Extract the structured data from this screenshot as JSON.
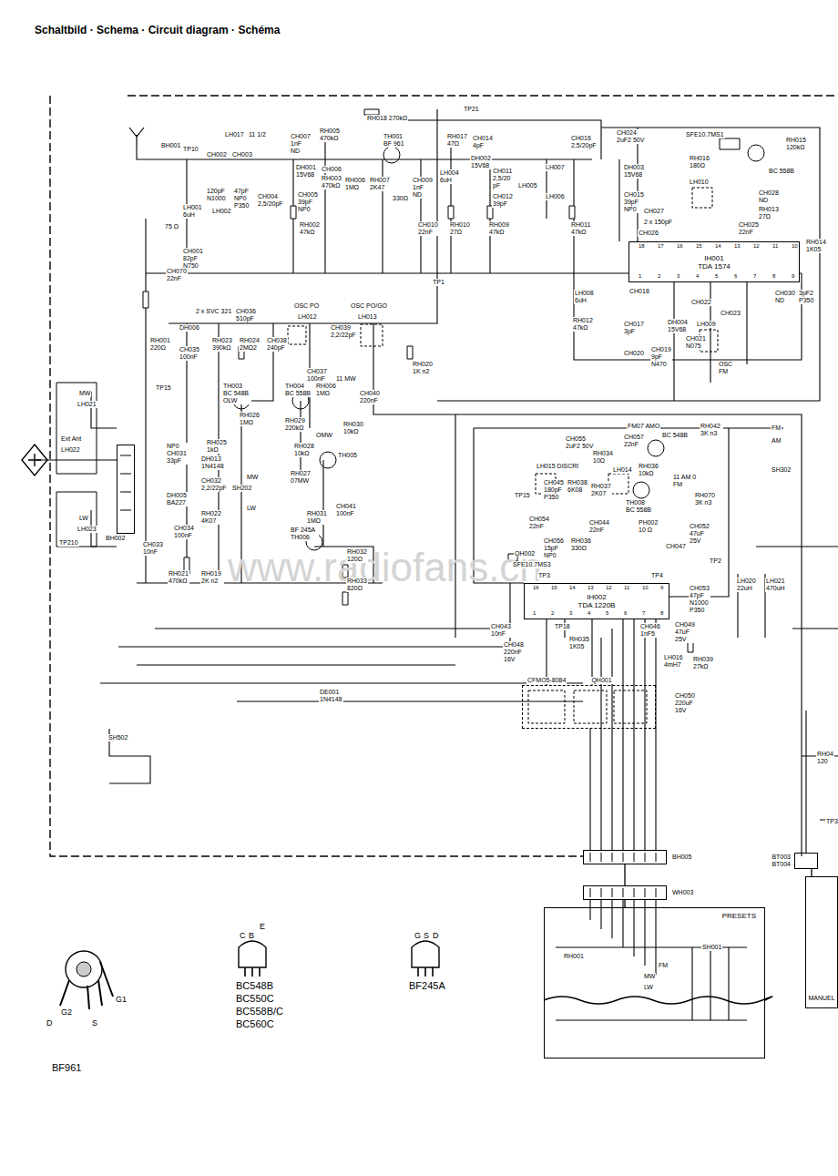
{
  "diagram": {
    "title": "Schaltbild · Schema · Circuit diagram · Schéma",
    "nodes": [
      {
        "text": [
          "IH001",
          "TDA 1574"
        ]
      },
      {
        "text": [
          "IH002",
          "TDA 1220B"
        ]
      },
      {
        "text": [
          "CFMO5-8084",
          "QH001"
        ]
      },
      {
        "text": [
          "BH002"
        ]
      },
      {
        "text": [
          "BH005"
        ]
      },
      {
        "text": [
          "WH003"
        ]
      },
      {
        "text": [
          "PRESETS"
        ]
      },
      {
        "text": [
          "BT003",
          "BT004"
        ]
      },
      {
        "text": [
          "MANUEL"
        ]
      }
    ],
    "edges": [
      {
        "from": 4,
        "to": 5,
        "arrow": "none"
      },
      {
        "from": 5,
        "to": 6,
        "arrow": "none"
      },
      {
        "from": 7,
        "to": 8,
        "arrow": "none"
      }
    ],
    "labels": [
      "BH001",
      "TP10",
      "75 Ω",
      "CH002",
      "LH017",
      "11 1/2",
      "CH003",
      "120pF N1000",
      "47pF NP0 P350",
      "LH001 6uH",
      "LH002",
      "CH001 82pF N750",
      "CH004 2,5/20pF",
      "CH007 1nF ND",
      "RH005 470kΩ",
      "RH018 270kΩ",
      "TH001 BF 961",
      "DH001 15V68",
      "CH006",
      "RH003 470kΩ",
      "CH005 39pF NP0",
      "RH006 1MΩ",
      "RH007 2K47",
      "330Ω",
      "CH009 1nF ND",
      "LH004 6uH",
      "RH017 47Ω",
      "CH014 4pF",
      "TP21",
      "DH002 15V68",
      "CH011 2,5/20 pF",
      "CH012 39pF",
      "LH005",
      "LH007",
      "LH006",
      "CH016 2,5/20pF",
      "RH002 47kΩ",
      "CH010 22nF",
      "RH010 27Ω",
      "RH009 47kΩ",
      "RH011 47kΩ",
      "CH024 2uF2 50V",
      "DH003 15V68",
      "CH015 39pF NP0",
      "SFE10.7MS1",
      "RH016 180Ω",
      "LH010",
      "BC 558B",
      "RH015 120kΩ",
      "CH028 ND",
      "RH013 27Ω",
      "CH025 22nF",
      "CH027",
      "2 x 150pF",
      "CH026",
      "RH014 1K05",
      "TP1",
      "LH008 6uH",
      "RH012 47kΩ",
      "CH018",
      "CH022",
      "CH023",
      "CH030 ND",
      "3pF2 P350",
      "CH017 3pF",
      "DH004 15V68",
      "LH009",
      "CH021 N075",
      "CH020",
      "CH019 9pF N470",
      "OSC FM",
      "CH070 22nF",
      "RH001 220Ω",
      "TP15",
      "2 x SVC 321",
      "CH036 510pF",
      "DH006",
      "CH035 100nF",
      "RH023 390kΩ",
      "RH024 2MΩ2",
      "CH038 240pF",
      "OSC PO",
      "LH012",
      "OSC PO/GO",
      "LH013",
      "CH039 2,2/22pF",
      "CH037 100nF",
      "11 MW",
      "RH020 1K n2",
      "TH003 BC 548B OLW",
      "TH004 BC 558B",
      "RH006 1MΩ",
      "CH040 220nF",
      "RH026 1MΩ",
      "RH029 220kΩ",
      "RH030 10kΩ",
      "OMW",
      "RH025 1kΩ",
      "DH013 1N4148",
      "RH028 10kΩ",
      "TH005",
      "RH027 07MW",
      "MW",
      "SH202",
      "NP0 CH031 33pF",
      "CH032 2,2/22pF",
      "DH005 BA227",
      "RH022 4K07",
      "LW",
      "CH033 10nF",
      "CH034 100nF",
      "RH021 470kΩ",
      "RH019 2K n2",
      "RH031 1MΩ",
      "CH041 100nF",
      "BF 245A TH006",
      "RH032 120Ω",
      "RH033 820Ω",
      "MW",
      "LH021",
      "Ext Ant",
      "LH022",
      "LW",
      "LH023",
      "TP210",
      "FM07 AMO",
      "CH055 2uF2 50V",
      "CH057 22nF",
      "BC 548B",
      "RH042 3K n3",
      "FM",
      "AM",
      "SH302",
      "RH034 10Ω",
      "LH015 DISCRI",
      "LH014",
      "RH036 10kΩ",
      "11 AM 0 FM",
      "RH070 3K n3",
      "TH008 BC 558B",
      "TP15",
      "CH045 180pF P350",
      "RH038 6K08",
      "RH037 2K07",
      "CH054 22nF",
      "CH044 22nF",
      "RH036 330Ω",
      "CH056 15pF NP0",
      "QH002",
      "SFE10.7MS3",
      "TP3",
      "TP4",
      "PH002 10 Ω",
      "CH047",
      "CH052 47uF 25V",
      "TP2",
      "CH053 47pF N1000 P350",
      "CH049 47uF 25V",
      "CH046 1nF5",
      "LH016 4mH7",
      "RH039 27kΩ",
      "CH050 220uF 16V",
      "CH043 10nF",
      "TP18",
      "CH048 220nF 16V",
      "RH035 1K05",
      "DE001 1N4148",
      "SH502",
      "LH020 22uH",
      "LH021 470uH",
      "RH04 120",
      "TP3",
      "RH001",
      "FM",
      "MW",
      "LW",
      "SH001",
      "BF961",
      "D",
      "G2",
      "S",
      "G1",
      "C",
      "B",
      "E",
      "BC548B",
      "BC550C",
      "BC558B/C",
      "BC560C",
      "G",
      "S",
      "D",
      "BF245A",
      "www.radiofans.cn",
      "18",
      "17",
      "16",
      "15",
      "14",
      "13",
      "12",
      "11",
      "10",
      "1",
      "2",
      "3",
      "4",
      "5",
      "6",
      "7",
      "8",
      "9",
      "16",
      "15",
      "14",
      "13",
      "12",
      "11",
      "10",
      "9",
      "1",
      "2",
      "3",
      "4",
      "5",
      "6",
      "7",
      "8"
    ]
  }
}
